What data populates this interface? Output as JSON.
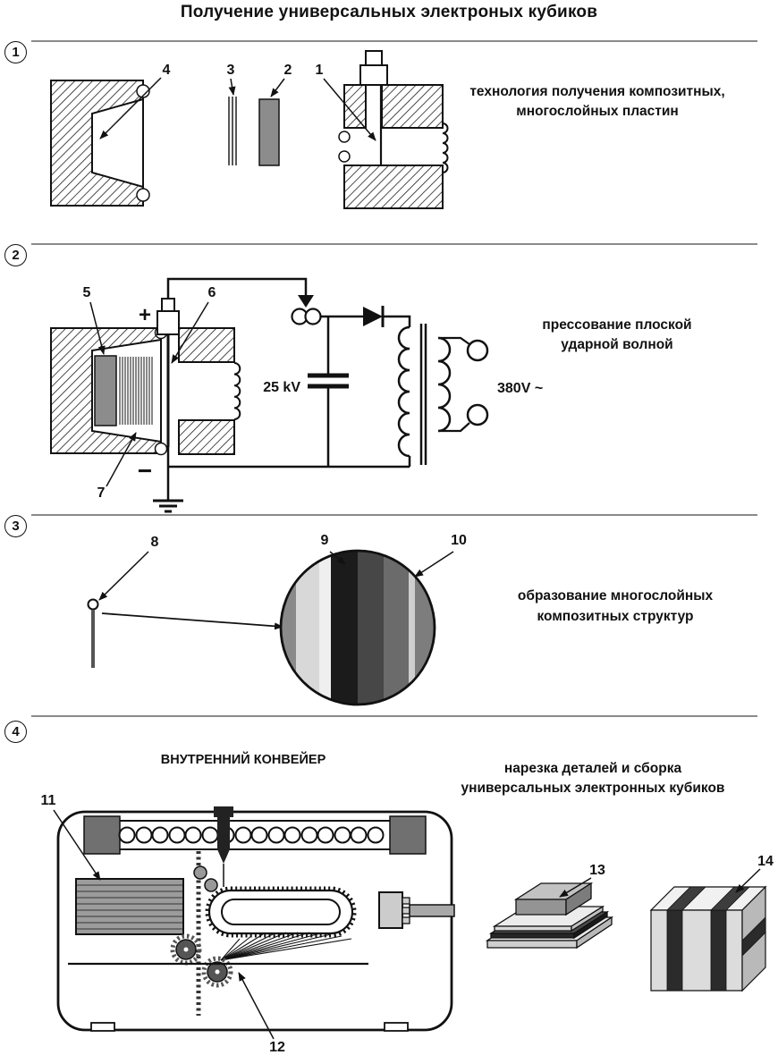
{
  "title": "Получение универсальных электроных кубиков",
  "sections": {
    "s1": {
      "number": "1",
      "caption_line1": "технология получения композитных,",
      "caption_line2": "многослойных пластин",
      "labels": {
        "l1": "1",
        "l2": "2",
        "l3": "3",
        "l4": "4"
      }
    },
    "s2": {
      "number": "2",
      "caption_line1": "прессование плоской",
      "caption_line2": "ударной волной",
      "labels": {
        "l5": "5",
        "l6": "6",
        "l7": "7"
      },
      "plus": "+",
      "minus": "−",
      "capacitor_voltage": "25 kV",
      "supply_voltage": "380V ~"
    },
    "s3": {
      "number": "3",
      "caption_line1": "образование многослойных",
      "caption_line2": "композитных структур",
      "labels": {
        "l8": "8",
        "l9": "9",
        "l10": "10"
      }
    },
    "s4": {
      "number": "4",
      "subcaption": "ВНУТРЕННИЙ КОНВЕЙЕР",
      "caption_line1": "нарезка деталей и сборка",
      "caption_line2": "универсальных  электронных кубиков",
      "labels": {
        "l11": "11",
        "l12": "12",
        "l13": "13",
        "l14": "14"
      }
    }
  }
}
